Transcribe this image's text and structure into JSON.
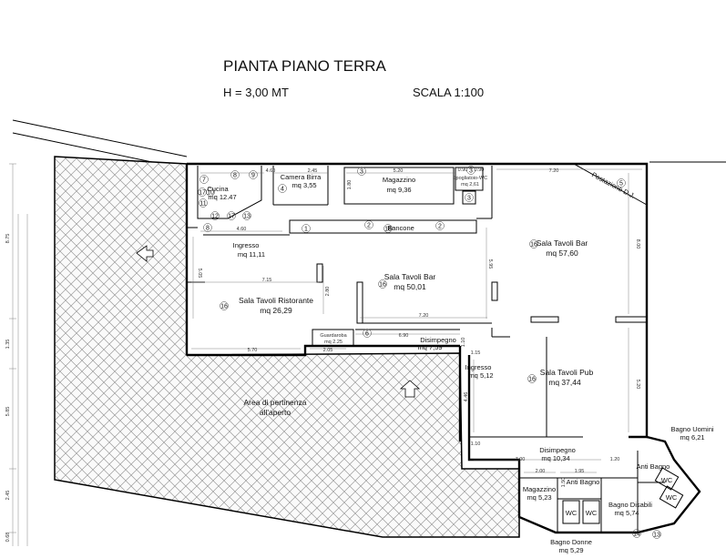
{
  "title": "PIANTA PIANO TERRA",
  "height_label": "H = 3,00 MT",
  "scale_label": "SCALA 1:100",
  "rooms": {
    "cucina": {
      "name": "Cucina",
      "area": "mq 12.47"
    },
    "camera_birra": {
      "name": "Camera Birra",
      "area": "mq 3,55"
    },
    "magazzino_top": {
      "name": "Magazzino",
      "area": "mq 9,36"
    },
    "spogliatoio": {
      "name": "Spogliatoio-WC",
      "area": "mq 2,61"
    },
    "postazione_dj": {
      "name": "Postazione D.J."
    },
    "ingresso_top": {
      "name": "Ingresso",
      "area": "mq 11,11"
    },
    "bancone": {
      "name": "Bancone"
    },
    "sala_bar_center": {
      "name": "Sala Tavoli Bar",
      "area": "mq 50,01"
    },
    "sala_bar_right": {
      "name": "Sala Tavoli Bar",
      "area": "mq 57,60"
    },
    "sala_ristorante": {
      "name": "Sala Tavoli Ristorante",
      "area": "mq 26,29"
    },
    "guardaroba": {
      "name": "Guardaroba",
      "area": "mq 2.25"
    },
    "disimpegno_top": {
      "name": "Disimpegno",
      "area": "mq 7,59"
    },
    "ingresso_bottom": {
      "name": "Ingresso",
      "area": "mq 5,12"
    },
    "sala_pub": {
      "name": "Sala Tavoli Pub",
      "area": "mq 37,44"
    },
    "area_aperto": {
      "name": "Area di pertinenza",
      "name2": "all'aperto"
    },
    "disimpegno_bottom": {
      "name": "Disimpegno",
      "area": "mq 10,34"
    },
    "bagno_uomini": {
      "name": "Bagno Uomini",
      "area": "mq 6,21"
    },
    "anti_bagno_right": {
      "name": "Anti Bagno"
    },
    "wc_1": {
      "name": "WC"
    },
    "wc_2": {
      "name": "WC"
    },
    "magazzino_bottom": {
      "name": "Magazzino",
      "area": "mq 5,23"
    },
    "anti_bagno_left": {
      "name": "Anti Bagno"
    },
    "wc_3": {
      "name": "WC"
    },
    "wc_4": {
      "name": "WC"
    },
    "bagno_disabili": {
      "name": "Bagno Disabili",
      "area": "mq 5,74"
    },
    "bagno_donne": {
      "name": "Bagno Donne",
      "area": "mq 5,29"
    }
  },
  "dimensions": {
    "d_460a": "4.60",
    "d_245": "2.45",
    "d_520": "5.20",
    "d_090a": "0.90",
    "d_090b": "0.90",
    "d_720a": "7.20",
    "d_460b": "4.60",
    "d_715": "7.15",
    "d_690": "6.90",
    "d_720b": "7.20",
    "d_570": "5.70",
    "d_205": "2.05",
    "d_115": "1.15",
    "d_700": "7.00",
    "d_120": "1.20",
    "d_200": "2.00",
    "d_195": "1.95",
    "d_800": "8.00",
    "d_520v": "5.20",
    "d_505": "5.05",
    "d_280": "2.80",
    "d_595": "5.95",
    "d_446": "4.46",
    "d_110": "1.10",
    "d_110b": "1.10",
    "d_150": "1.50",
    "d_180": "1.80",
    "d_875": "8.75",
    "d_135": "1.35",
    "d_585": "5.85",
    "d_245v": "2.45",
    "d_068": "0.68"
  },
  "fixtures": {
    "n1": "1",
    "n2a": "2",
    "n2b": "2",
    "n3a": "3",
    "n3b": "3",
    "n3c": "3",
    "n4": "4",
    "n5": "5",
    "n6": "6",
    "n7": "7",
    "n8a": "8",
    "n8b": "8",
    "n9": "9",
    "n10": "10",
    "n11": "11",
    "n12": "12",
    "n13a": "13",
    "n13b": "13",
    "n14": "14",
    "n16a": "16",
    "n16b": "16",
    "n16c": "16",
    "n16d": "16",
    "n17a": "17",
    "n17b": "17",
    "n18": "18"
  }
}
